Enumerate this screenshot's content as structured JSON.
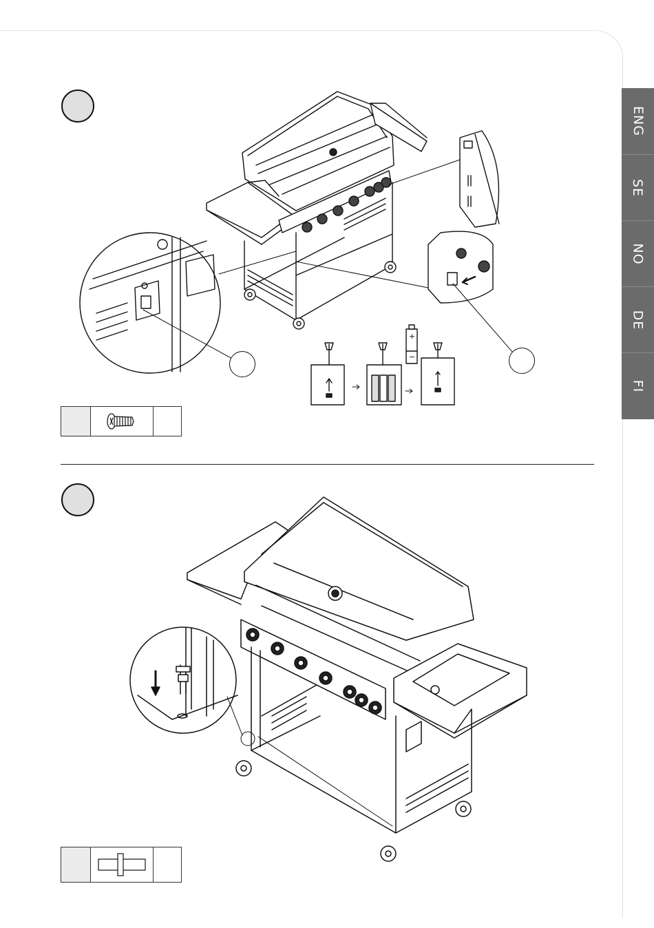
{
  "language_tabs": [
    "ENG",
    "SE",
    "NO",
    "DE",
    "FI"
  ],
  "colors": {
    "tab_background": "#6b6b6b",
    "tab_text": "#ffffff",
    "badge_fill": "#e0e0e0",
    "line_art": "#111111"
  },
  "steps": [
    {
      "badge": "",
      "parts": {
        "qty": "",
        "icon": "screw-icon",
        "number": ""
      }
    },
    {
      "badge": "",
      "parts": {
        "qty": "",
        "icon": "pin-icon",
        "number": ""
      }
    }
  ],
  "battery": {
    "plus": "+",
    "minus": "−"
  }
}
